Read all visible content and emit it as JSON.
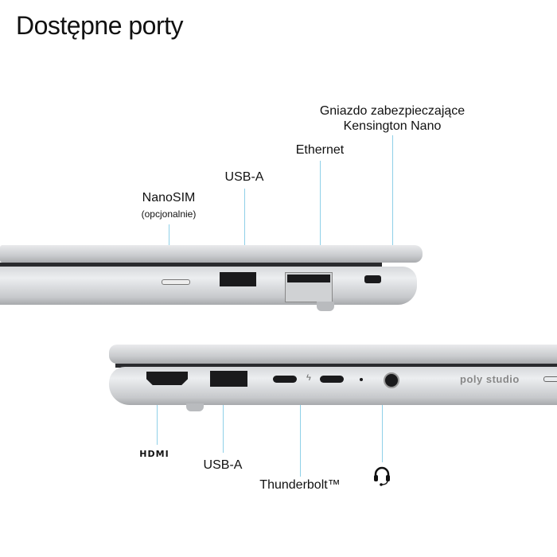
{
  "title": "Dostępne porty",
  "top_side": {
    "labels": {
      "nanosim": "NanoSIM",
      "nanosim_note": "(opcjonalnie)",
      "usb_a": "USB-A",
      "ethernet": "Ethernet",
      "kensington_line1": "Gniazdo zabezpieczające",
      "kensington_line2": "Kensington Nano"
    }
  },
  "bottom_side": {
    "labels": {
      "hdmi": "HDMI",
      "usb_a": "USB-A",
      "thunderbolt": "Thunderbolt™",
      "headset_icon": "headset-icon"
    },
    "branding": "poly studio"
  },
  "colors": {
    "leader_line": "#8fd0e8",
    "chassis": "#d6d8db"
  }
}
